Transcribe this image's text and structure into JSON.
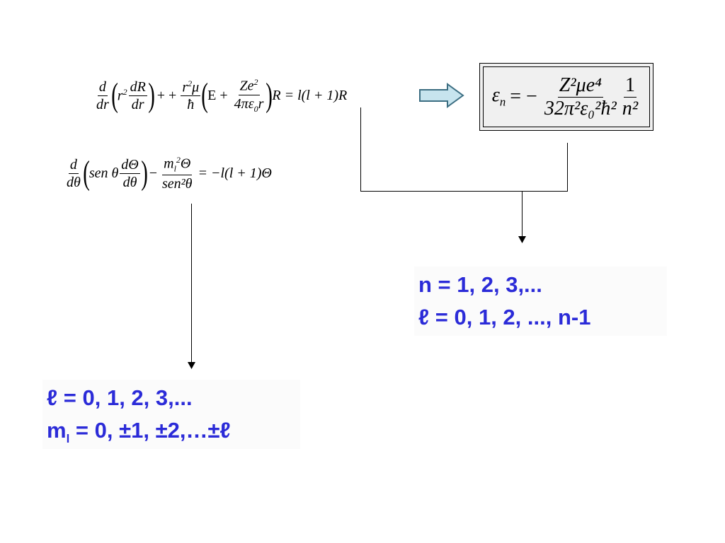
{
  "radial_equation": {
    "d": "d",
    "dr": "dr",
    "r2": "r",
    "dR": "dR",
    "plus_plus": "+ +",
    "mu": "μ",
    "hbar": "ħ",
    "E": "E",
    "plus": "+",
    "Ze2": "Ze",
    "four_pi_eps_r": "4πε",
    "rhs": "R = l(l + 1)R"
  },
  "energy_formula": {
    "eps_n": "ε",
    "sub_n": "n",
    "equals_minus": "= −",
    "numerator": "Z²μe⁴",
    "denominator": "32π²ε₀²ħ²",
    "one": "1",
    "n2": "n²"
  },
  "angular_equation": {
    "d": "d",
    "dtheta": "dθ",
    "sen_theta": "sen θ",
    "dTheta": "dΘ",
    "minus": "−",
    "ml2_Theta": "m",
    "sen2_theta": "sen²θ",
    "rhs": "= −l(l + 1)Θ"
  },
  "radial_results": {
    "line1": "n = 1, 2, 3,...",
    "line2": "ℓ = 0, 1, 2, ..., n-1"
  },
  "angular_results": {
    "line1": "ℓ = 0, 1, 2, 3,...",
    "line2_prefix": "m",
    "line2_sub": "l",
    "line2_rest": " = 0, ±1, ±2,…±ℓ"
  },
  "colors": {
    "text_blue": "#2b2bd8",
    "arrow_fill": "#c7e4ee",
    "arrow_stroke": "#3c6e82"
  }
}
